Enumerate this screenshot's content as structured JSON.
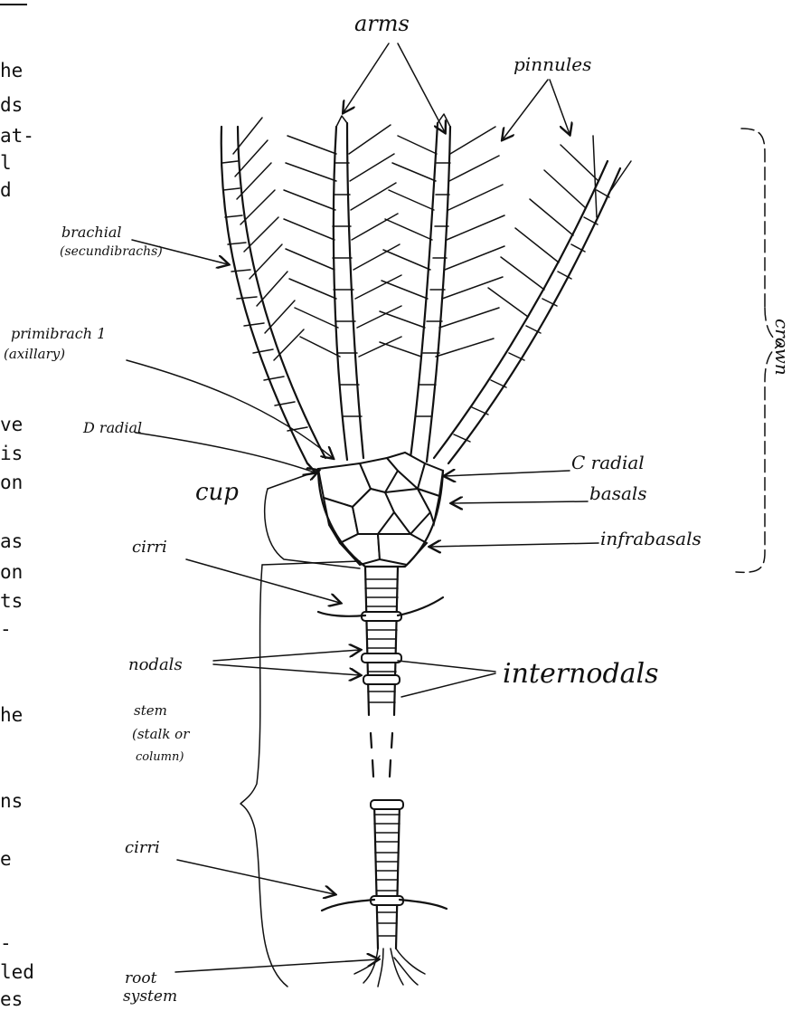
{
  "margin_text": [
    "he",
    "ds",
    "at-",
    "l",
    "d",
    "ve",
    "is",
    "on",
    "as",
    "on",
    "ts",
    "-",
    "he",
    "ns",
    "e",
    "-",
    "led",
    "es"
  ],
  "labels": {
    "arms": "arms",
    "pinnules": "pinnules",
    "brachial": "brachial",
    "brachial_sub": "(secundibrachs)",
    "primibrach": "primibrach 1",
    "primibrach_sub": "(axillary)",
    "d_radial": "D radial",
    "cup": "cup",
    "c_radial": "C radial",
    "basals": "basals",
    "infrabasals": "infrabasals",
    "cirri_upper": "cirri",
    "nodals": "nodals",
    "internodals": "internodals",
    "stem": "stem",
    "stem_sub1": "(stalk or",
    "stem_sub2": "column)",
    "cirri_lower": "cirri",
    "root": "root",
    "root_sub": "system",
    "crown": "crown"
  }
}
